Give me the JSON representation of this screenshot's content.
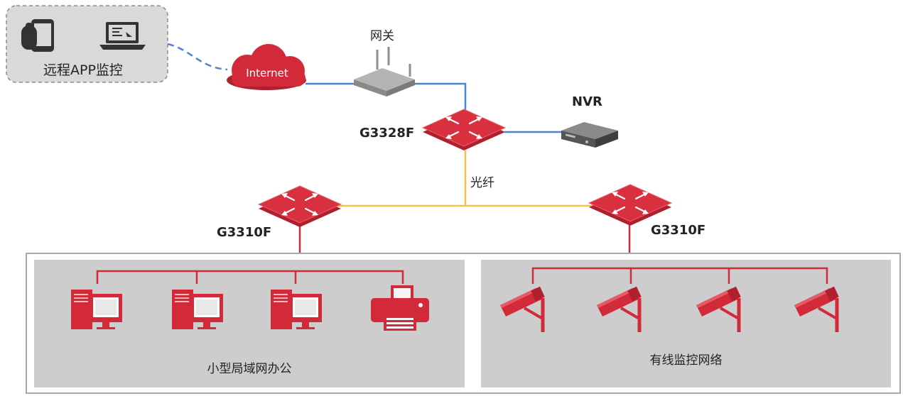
{
  "colors": {
    "device_red": "#d32a3a",
    "device_red_dark": "#a81e2c",
    "link_blue": "#4a86d4",
    "fiber_yellow": "#f2c24e",
    "zone_gray": "#cdcdcd",
    "gateway_gray": "#9a9a9a"
  },
  "remote": {
    "label": "远程APP监控",
    "icons": [
      "phone-icon",
      "laptop-icon"
    ]
  },
  "internet": {
    "label": "Internet"
  },
  "gateway": {
    "label": "网关"
  },
  "nvr": {
    "label": "NVR"
  },
  "core_switch": {
    "label": "G3328F"
  },
  "fiber": {
    "label": "光纤"
  },
  "access_switches": [
    {
      "label": "G3310F"
    },
    {
      "label": "G3310F"
    }
  ],
  "zones": [
    {
      "label": "小型局域网办公",
      "devices": [
        "computer-icon",
        "computer-icon",
        "computer-icon",
        "printer-icon"
      ]
    },
    {
      "label": "有线监控网络",
      "devices": [
        "camera-icon",
        "camera-icon",
        "camera-icon",
        "camera-icon"
      ]
    }
  ]
}
